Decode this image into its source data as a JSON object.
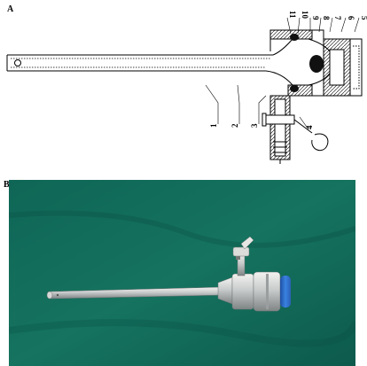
{
  "panels": {
    "a": {
      "label": "A"
    },
    "b": {
      "label": "B"
    }
  },
  "part_numbers": [
    "1",
    "2",
    "3",
    "4",
    "5",
    "6",
    "7",
    "8",
    "9",
    "10",
    "11"
  ],
  "colors": {
    "line": "#000000",
    "hatch": "#000000",
    "seal": "#111111",
    "cloth": "#14705f",
    "cloth_dark": "#0e5d4e",
    "metal_light": "#e8e8e6",
    "metal_mid": "#b9bcbc",
    "metal_dark": "#808586",
    "cap_blue": "#2d6fd1"
  }
}
